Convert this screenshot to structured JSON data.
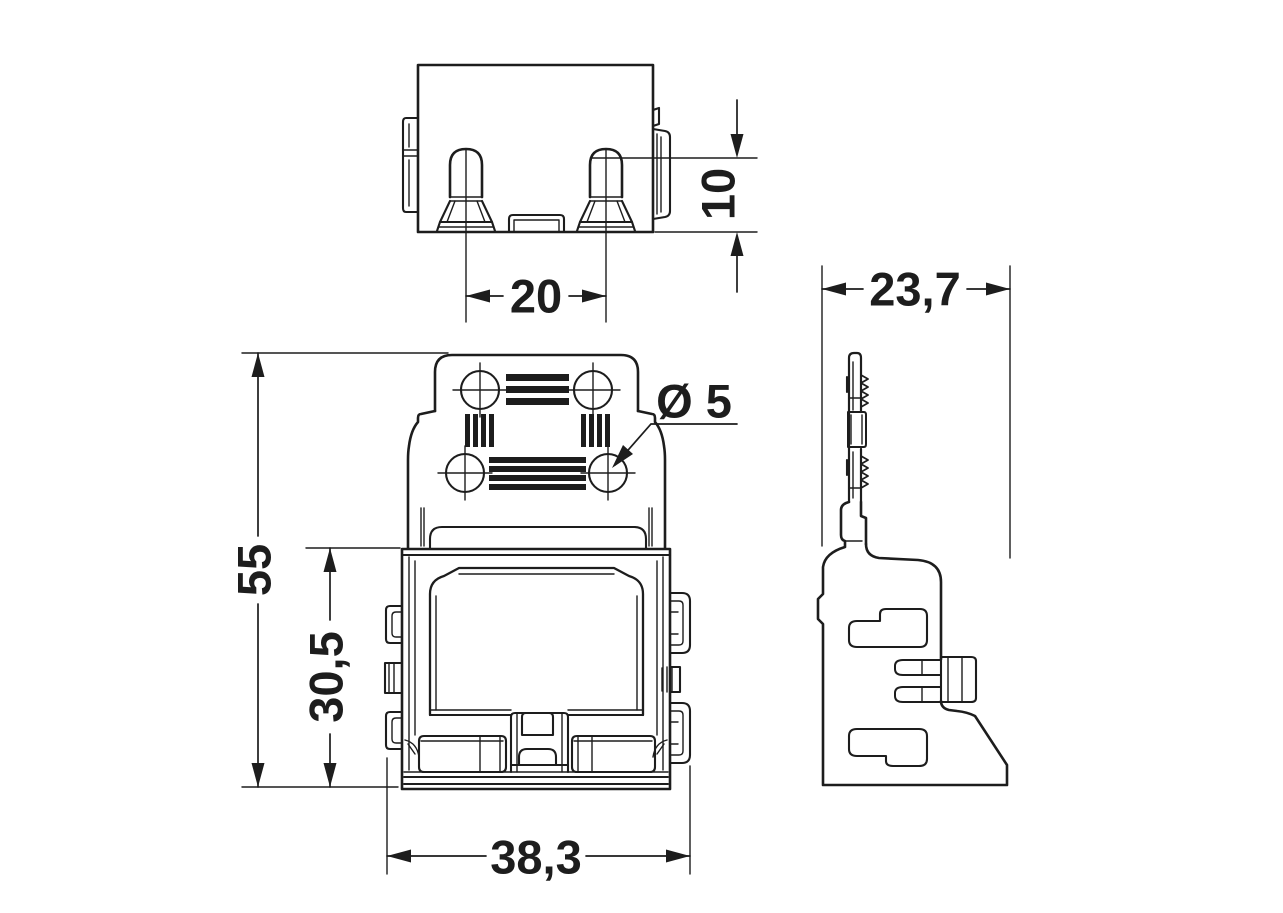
{
  "colors": {
    "line": "#1d1d1d",
    "background": "#ffffff"
  },
  "dimensions": {
    "pin_spacing": "20",
    "pin_height": "10",
    "overall_height": "55",
    "housing_height": "30,5",
    "housing_width": "38,3",
    "hole_diameter": "Ø 5",
    "depth": "23,7"
  }
}
